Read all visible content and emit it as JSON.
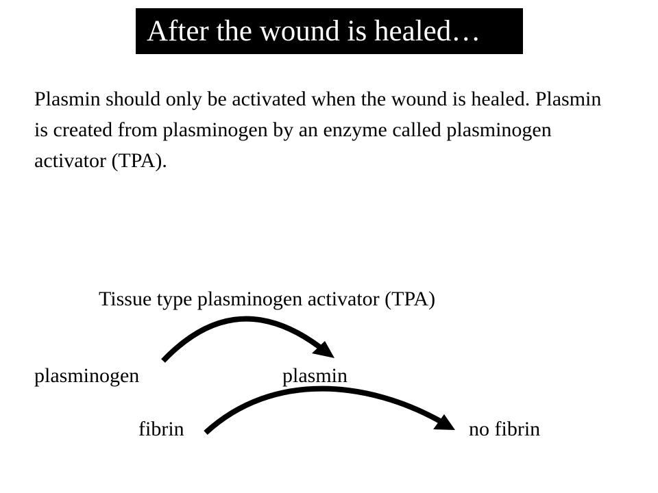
{
  "title": "After the wound is healed…",
  "paragraph": "Plasmin should only be activated when the wound is healed. Plasmin is created from plasminogen by an enzyme called plasminogen activator (TPA).",
  "diagram": {
    "enzyme_label": "Tissue type plasminogen activator (TPA)",
    "substrate_label": "plasminogen",
    "product_label": "plasmin",
    "fibrin_label": "fibrin",
    "result_label": "no fibrin"
  },
  "colors": {
    "title_background": "#000000",
    "title_text": "#ffffff",
    "text": "#000000",
    "arrow": "#000000"
  }
}
